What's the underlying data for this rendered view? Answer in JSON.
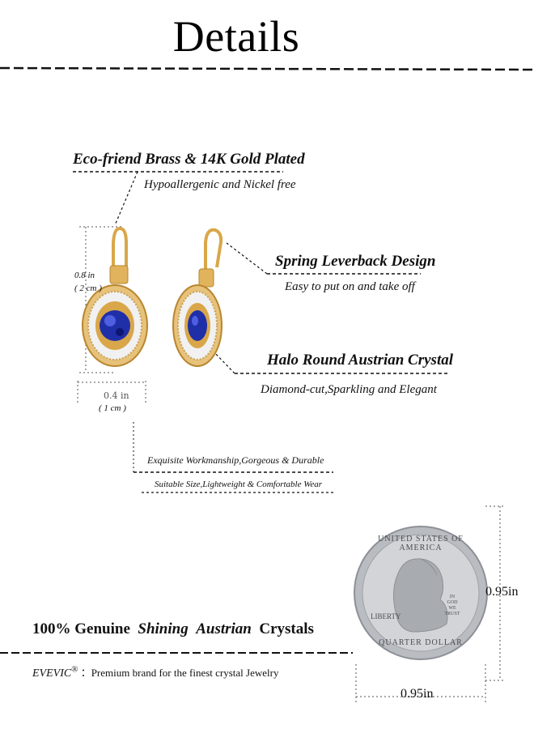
{
  "header": {
    "title": "Details"
  },
  "features": {
    "material": "Eco-friend Brass & 14K Gold Plated",
    "material_sub": "Hypoallergenic and Nickel free",
    "design": "Spring Leverback Design",
    "design_sub": "Easy to put on and take off",
    "crystal": "Halo Round Austrian Crystal",
    "crystal_sub": "Diamond-cut,Sparkling and Elegant",
    "work": "Exquisite Workmanship,Gorgeous & Durable",
    "work_sub": "Suitable Size,Lightweight & Comfortable Wear"
  },
  "dimensions": {
    "height_in": "0.8 in",
    "height_cm": "( 2 cm )",
    "width_in": "0.4 in",
    "width_cm": "( 1 cm )"
  },
  "tagline": {
    "part1": "100% Genuine",
    "part2": "Shining",
    "part3": "Austrian",
    "part4": "Crystals",
    "brand": "EVEVIC",
    "reg_mark": "®",
    "brand_desc": "：Premium brand for the finest crystal Jewelry"
  },
  "coin": {
    "height_label": "0.95in",
    "width_label": "0.95in",
    "inscription_top": "UNITED STATES OF AMERICA",
    "inscription_bottom": "QUARTER DOLLAR",
    "liberty": "LIBERTY",
    "motto_1": "IN",
    "motto_2": "GOD WE",
    "motto_3": "TRUST"
  },
  "colors": {
    "gold": "#d9a74a",
    "sapphire": "#1f2fa8",
    "silver": "#b9bcc1"
  }
}
